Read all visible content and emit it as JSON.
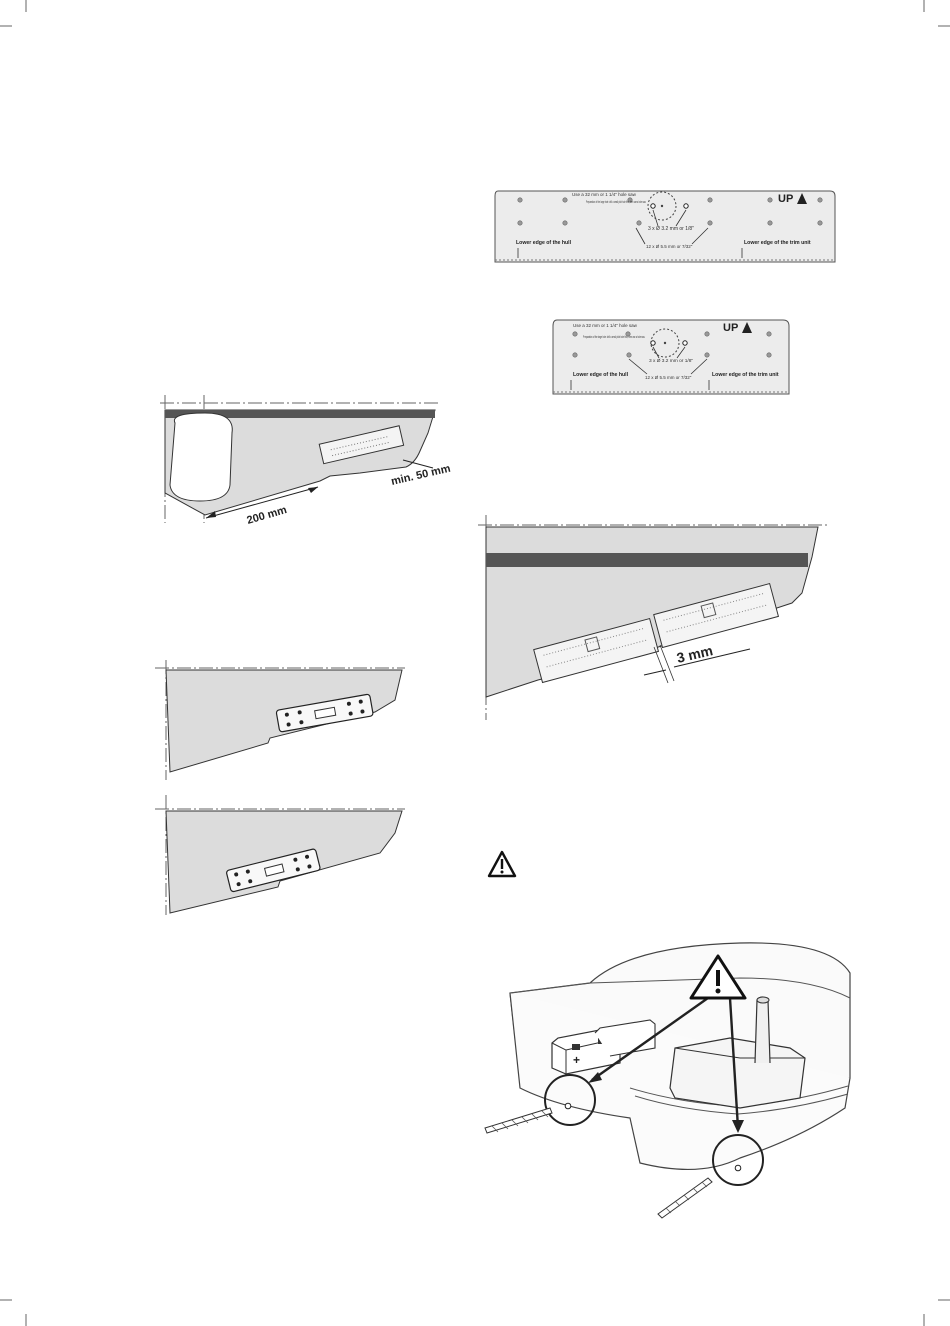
{
  "crop_marks": [
    "top-left",
    "top-right",
    "bottom-left",
    "bottom-right"
  ],
  "template_large": {
    "hole_note": "Use a 32 mm or 1 1/4\" hole saw",
    "prep_note": "Preparation of the large hole: drill a small pilot hole first, then use a hole saw.",
    "small_holes": "3 x Ø 3.2 mm or 1/8\"",
    "screw_holes": "12 x Ø 5.5 mm or 7/32\"",
    "hull_label": "Lower edge of the hull",
    "trim_label": "Lower edge of the trim unit",
    "up_label": "UP"
  },
  "template_small": {
    "hole_note": "Use a 32 mm or 1 1/4\" hole saw",
    "prep_note": "Preparation of the large hole: drill a small pilot hole first, then use a hole saw.",
    "small_holes": "3 x Ø 3.2 mm or 1/8\"",
    "screw_holes": "12 x Ø 5.5 mm or 7/32\"",
    "hull_label": "Lower edge of the hull",
    "trim_label": "Lower edge of the trim unit",
    "up_label": "UP"
  },
  "transom_figure": {
    "dist_label": "200 mm",
    "min_label": "min. 50 mm"
  },
  "double_figure": {
    "gap_label": "3 mm"
  },
  "colors": {
    "hull_fill": "#dcdcdc",
    "stripe": "#555555",
    "line": "#333333"
  },
  "icons": [
    "warning-icon",
    "warning-icon-large",
    "battery-icon",
    "drill-bit-icon"
  ]
}
